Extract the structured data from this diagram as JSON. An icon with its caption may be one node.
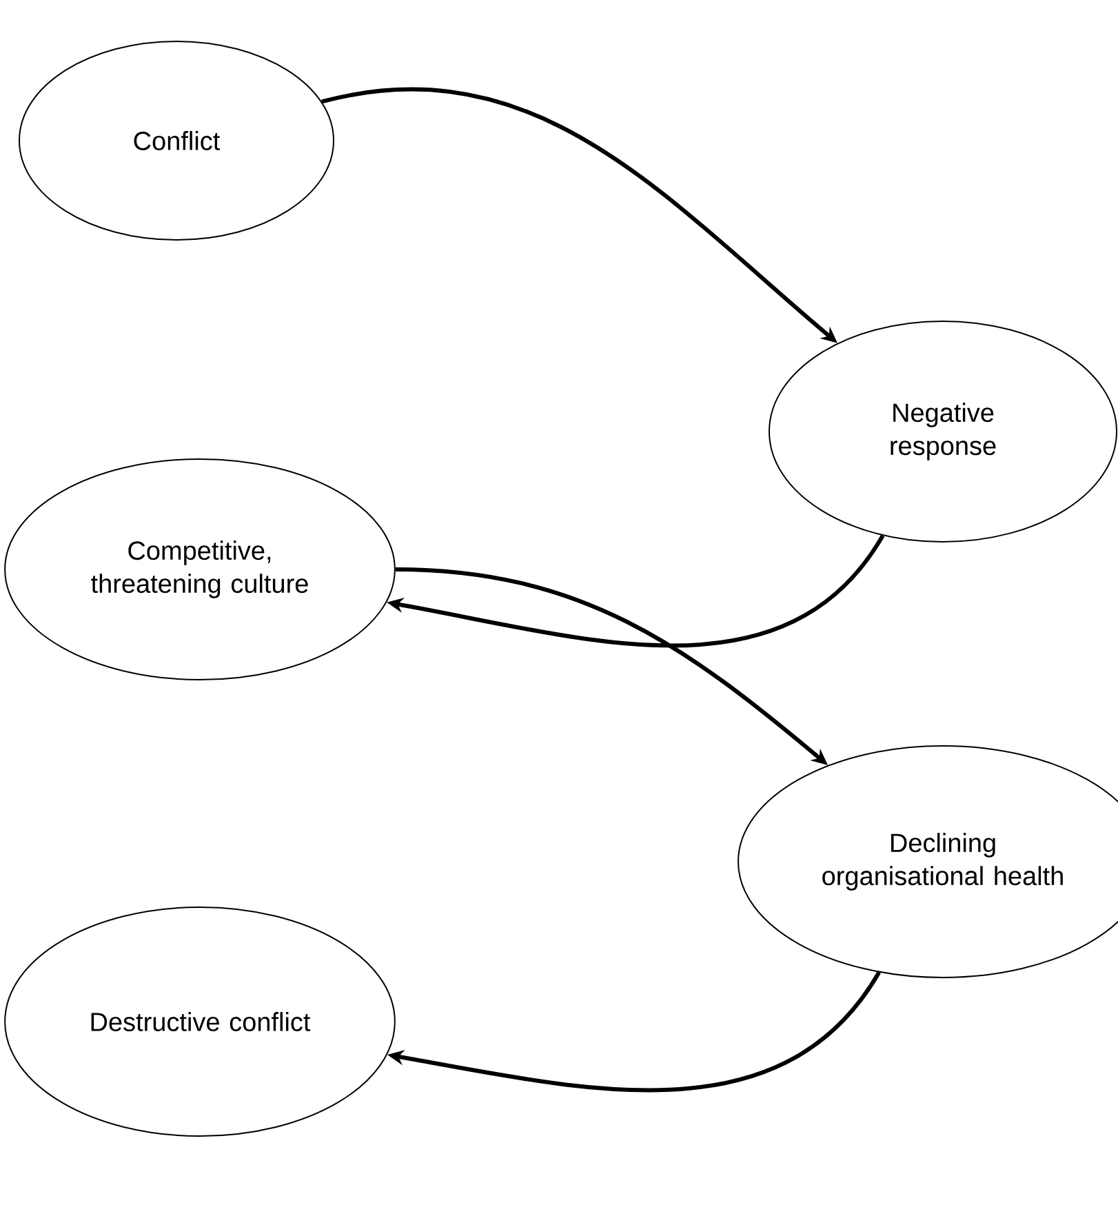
{
  "diagram": {
    "nodes": [
      {
        "text": [
          "Conflict"
        ]
      },
      {
        "text": [
          "Negative response"
        ]
      },
      {
        "text": [
          "Competitive, threatening culture"
        ]
      },
      {
        "text": [
          "Declining organisational health"
        ]
      },
      {
        "text": [
          "Destructive conflict"
        ]
      }
    ],
    "edges": [
      {
        "from": 0,
        "to": 1,
        "arrow": "to"
      },
      {
        "from": 1,
        "to": 2,
        "arrow": "to"
      },
      {
        "from": 2,
        "to": 3,
        "arrow": "to"
      },
      {
        "from": 3,
        "to": 4,
        "arrow": "to"
      }
    ]
  }
}
